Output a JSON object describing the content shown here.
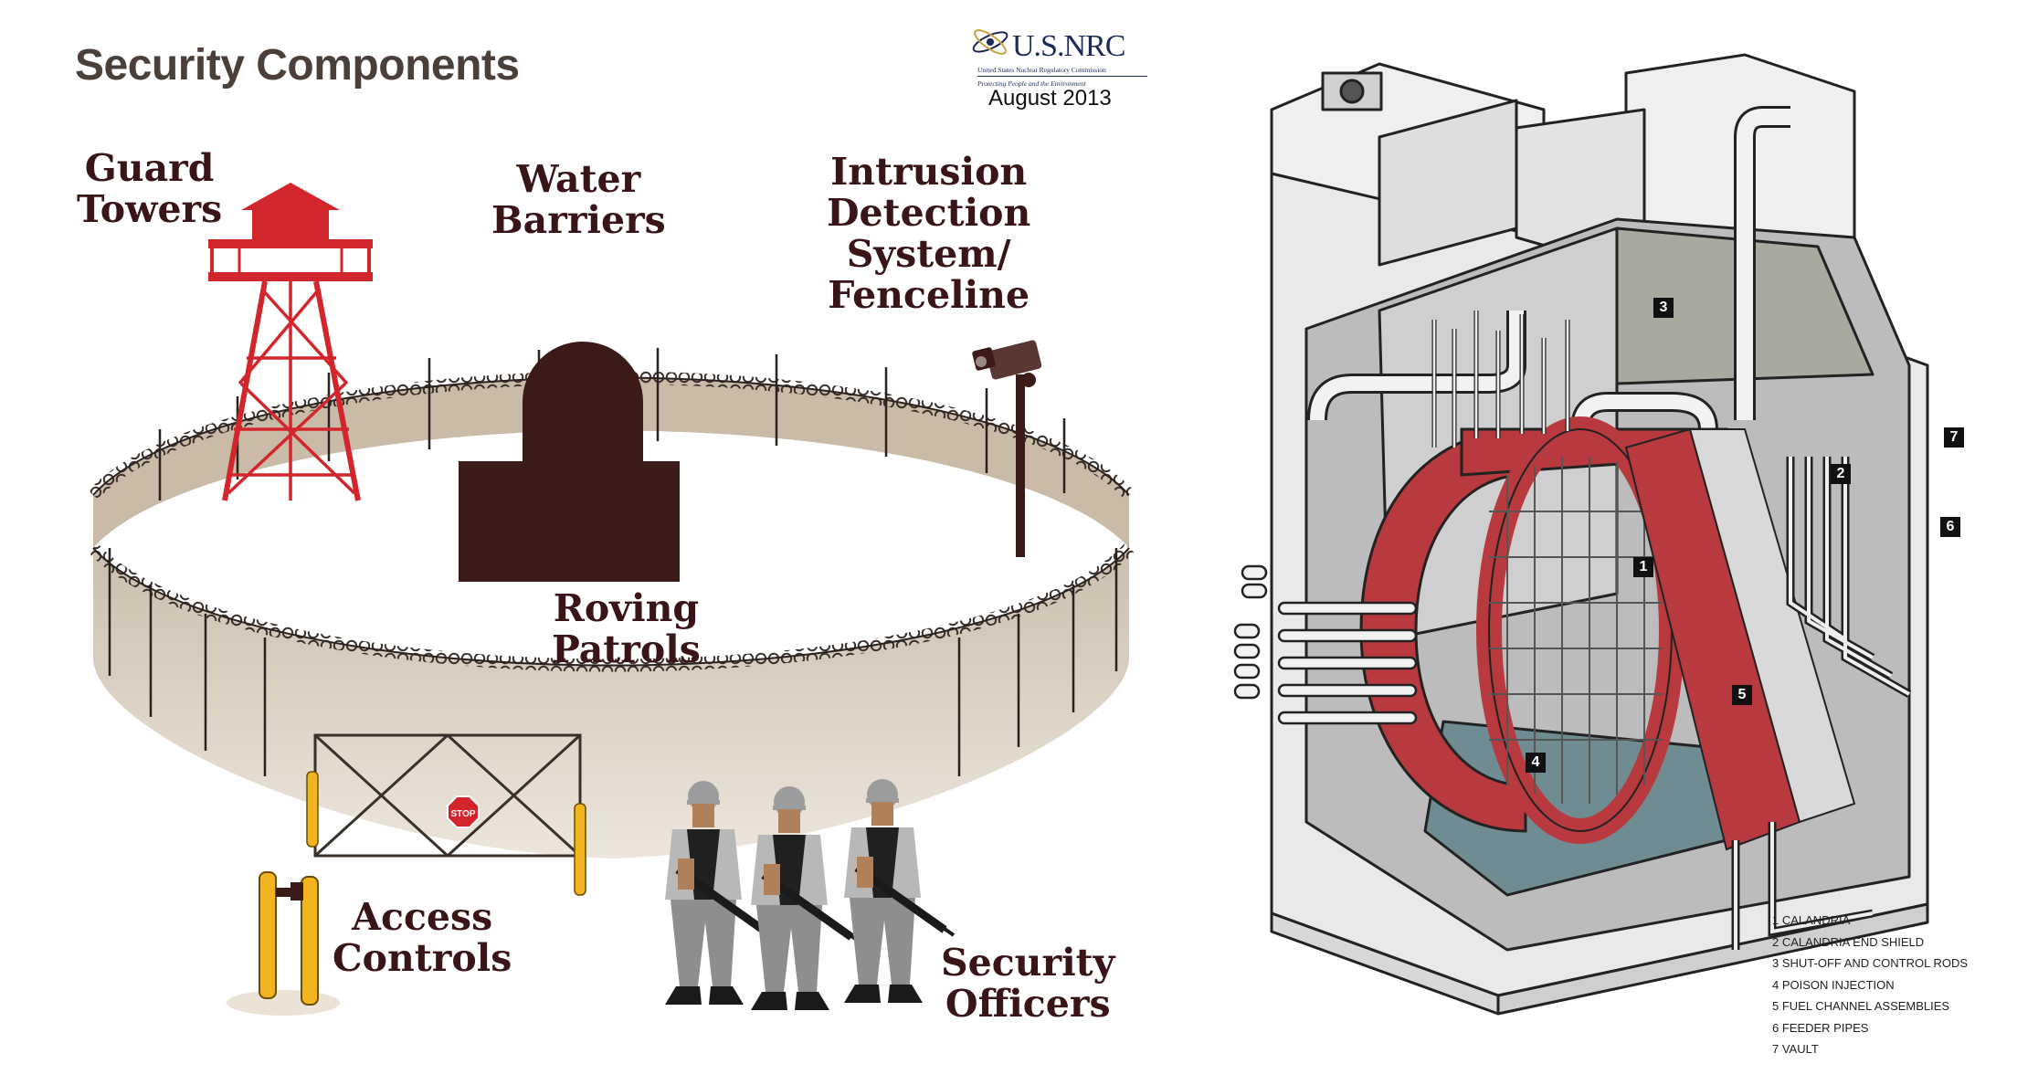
{
  "left": {
    "title": "Security Components",
    "logo": {
      "name": "U.S.NRC",
      "subtitle": "United States Nuclear Regulatory Commission",
      "tagline": "Protecting People and the Environment"
    },
    "date": "August 2013",
    "labels": {
      "guard_towers": "Guard\nTowers",
      "water_barriers": "Water\nBarriers",
      "intrusion": "Intrusion\nDetection\nSystem/\nFenceline",
      "roving_patrols": "Roving\nPatrols",
      "access_controls": "Access\nControls",
      "security_officers": "Security\nOfficers"
    },
    "stop_sign": "STOP",
    "colors": {
      "tower": "#d2262c",
      "building": "#3c1a18",
      "fence": "#d9cdbd",
      "post": "#f2b51f",
      "text": "#3a1517"
    }
  },
  "right": {
    "numbers": [
      "1",
      "2",
      "3",
      "4",
      "5",
      "6",
      "7"
    ],
    "legend": [
      "1 CALANDRIA",
      "2 CALANDRIA END SHIELD",
      "3 SHUT-OFF AND CONTROL RODS",
      "4 POISON INJECTION",
      "5 FUEL CHANNEL ASSEMBLIES",
      "6 FEEDER PIPES",
      "7 VAULT"
    ],
    "colors": {
      "reactor": "#b83a3f",
      "vault": "#e6e6e6",
      "water": "#6f8c93"
    }
  }
}
